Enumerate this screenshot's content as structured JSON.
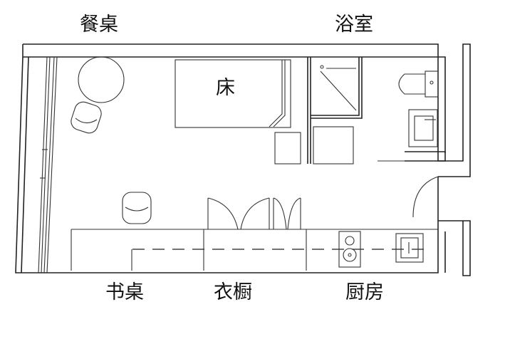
{
  "labels": {
    "dining_table": "餐桌",
    "bathroom": "浴室",
    "bed": "床",
    "desk": "书桌",
    "wardrobe": "衣橱",
    "kitchen": "厨房"
  }
}
